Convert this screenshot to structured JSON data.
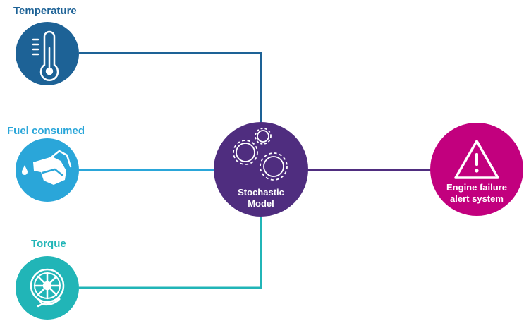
{
  "inputs": [
    {
      "id": "temperature",
      "label": "Temperature",
      "icon": "thermometer-icon",
      "color": "#1D6296"
    },
    {
      "id": "fuel",
      "label": "Fuel consumed",
      "icon": "fuel-nozzle-icon",
      "color": "#2AA6D9"
    },
    {
      "id": "torque",
      "label": "Torque",
      "icon": "wheel-icon",
      "color": "#21B5B7"
    }
  ],
  "model": {
    "line1": "Stochastic",
    "line2": "Model",
    "icon": "gears-icon",
    "color": "#4F2D7F"
  },
  "output": {
    "line1": "Engine failure",
    "line2": "alert system",
    "icon": "warning-triangle-icon",
    "color": "#C2007E"
  }
}
